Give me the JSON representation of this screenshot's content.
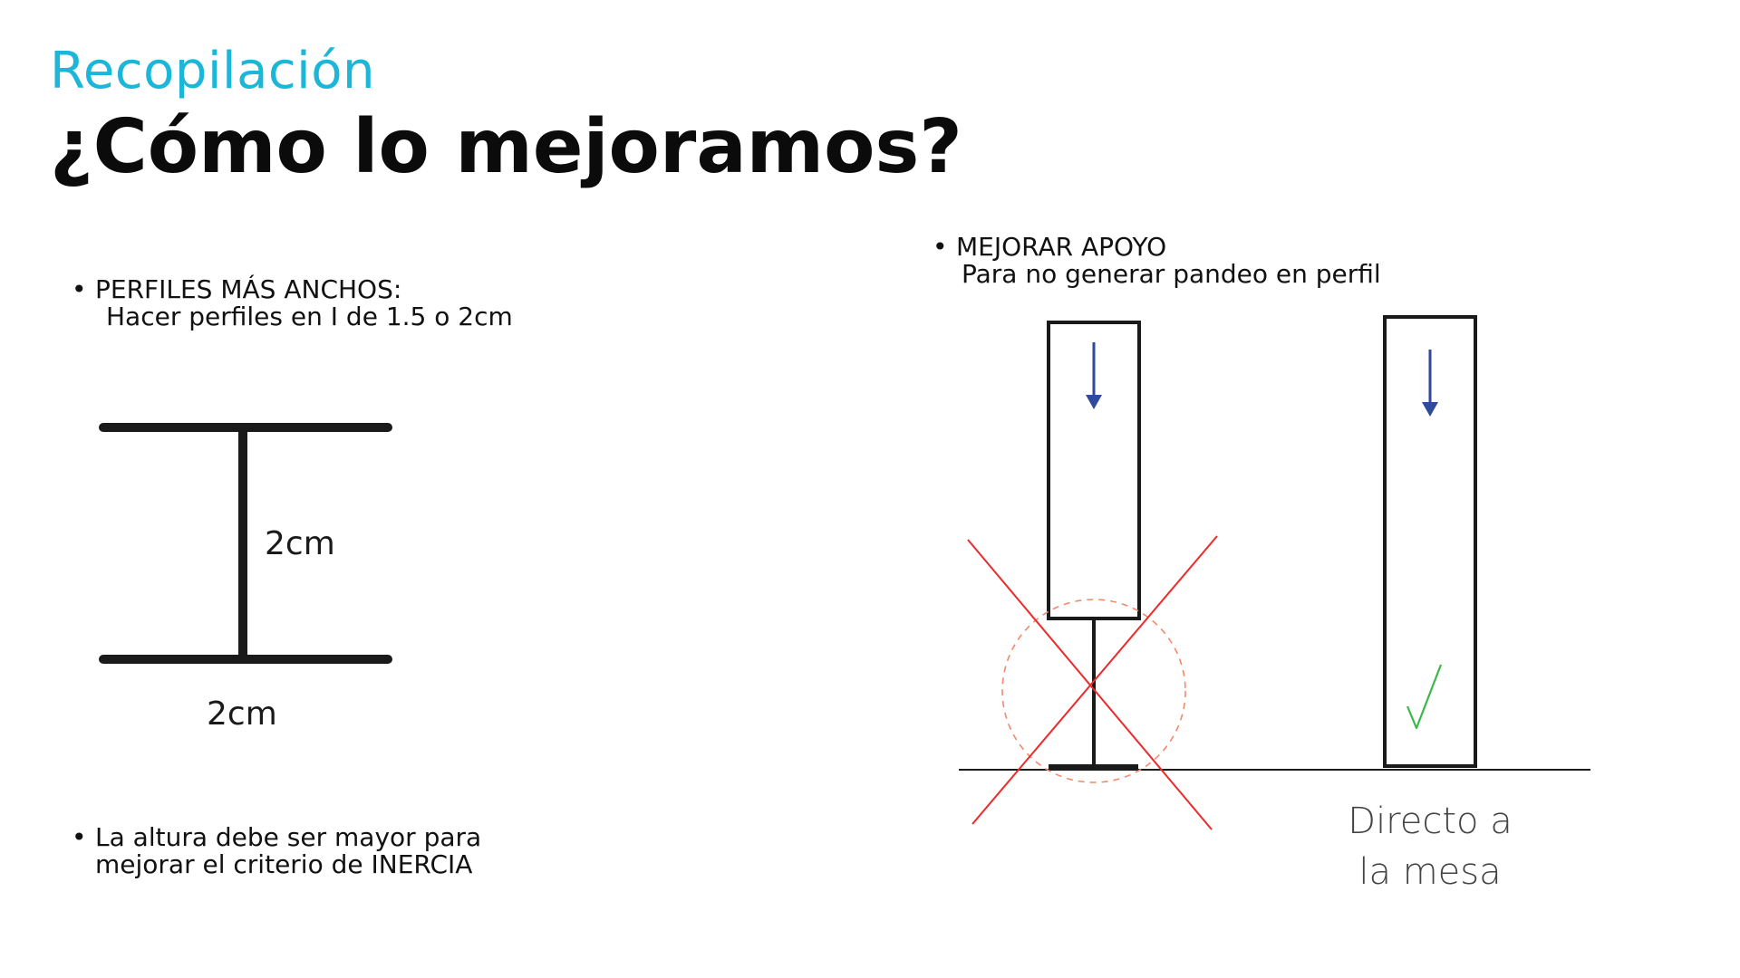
{
  "header": {
    "subtitle": "Recopilación",
    "title": "¿Cómo lo mejoramos?"
  },
  "bullets": {
    "perfiles": {
      "heading": "PERFILES MÁS ANCHOS:",
      "detail": "Hacer perfiles en I de 1.5 o 2cm"
    },
    "altura": {
      "line1": "La altura debe ser mayor para",
      "line2": "mejorar el criterio de INERCIA"
    },
    "apoyo": {
      "heading": "MEJORAR APOYO",
      "detail": "Para no generar pandeo en perfil"
    },
    "marker": "•"
  },
  "i_profile": {
    "height_label": "2cm",
    "width_label": "2cm"
  },
  "support": {
    "caption_line1": "Directo a",
    "caption_line2": "la mesa"
  },
  "colors": {
    "subtitle": "#1bb6d8",
    "title": "#0b0b0b",
    "arrow": "#2f4a9c",
    "cross": "#ec2a2a",
    "circle": "#f08a6a",
    "check": "#3cb84a",
    "caption": "#444444"
  },
  "icons": {
    "load_arrow": "down-arrow-icon",
    "wrong_mark": "red-x-icon",
    "right_mark": "green-checkmark-icon"
  }
}
